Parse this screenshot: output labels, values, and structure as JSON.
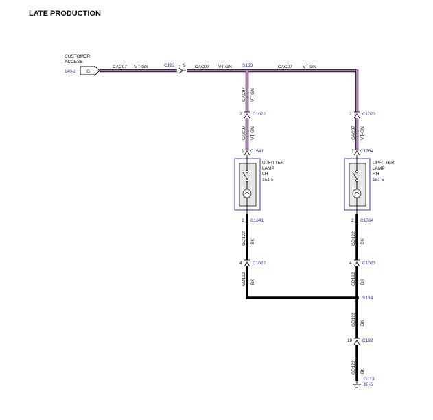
{
  "title": "LATE PRODUCTION",
  "colors": {
    "signal_wire": "#b07ab8",
    "ground_wire": "#000000",
    "ref_text": "#2a2aa8",
    "component_border": "#3a3aa8"
  },
  "customer_access": {
    "label_line1": "CUSTOMER",
    "label_line2": "ACCESS",
    "ref": "140-2",
    "pin": "G"
  },
  "top_wire": {
    "seg1_circuit": "CAC07",
    "seg1_color": "VT-GN",
    "connector": "C192",
    "connector_sep": "-",
    "connector_pin": "9",
    "seg2_circuit": "CAC07",
    "seg2_color": "VT-GN",
    "splice": "S133",
    "seg3_circuit": "CAC07",
    "seg3_color": "VT-GN"
  },
  "left_branch": {
    "wire1_circuit": "CAC07",
    "wire1_color": "VT-GN",
    "conn1_pin": "2",
    "conn1_name": "C1022",
    "wire2_circuit": "CAC07",
    "wire2_color": "VT-GN",
    "lamp_conn_pin_top": "1",
    "lamp_conn_top": "C1641",
    "lamp_line1": "UPFITTER",
    "lamp_line2": "LAMP",
    "lamp_line3": "LH",
    "lamp_ref": "151-5",
    "lamp_conn_pin_bottom": "2",
    "lamp_conn_bottom": "C1641",
    "gnd_wire1_circuit": "GD122",
    "gnd_wire1_color": "BK",
    "conn2_pin": "4",
    "conn2_name": "C1022",
    "gnd_wire2_circuit": "GD122",
    "gnd_wire2_color": "BK"
  },
  "right_branch": {
    "conn1_pin": "2",
    "conn1_name": "C1023",
    "wire2_circuit": "CAC07",
    "wire2_color": "VT-GN",
    "lamp_conn_pin_top": "1",
    "lamp_conn_top": "C1764",
    "lamp_line1": "UPFITTER",
    "lamp_line2": "LAMP",
    "lamp_line3": "RH",
    "lamp_ref": "151-5",
    "lamp_conn_pin_bottom": "2",
    "lamp_conn_bottom": "C1764",
    "gnd_wire1_circuit": "GD122",
    "gnd_wire1_color": "BK",
    "conn2_pin": "4",
    "conn2_name": "C1023",
    "gnd_wire2_circuit": "GD122",
    "gnd_wire2_color": "BK",
    "splice": "S134",
    "gnd_wire3_circuit": "GD122",
    "gnd_wire3_color": "BK",
    "conn3_pin": "10",
    "conn3_name": "C192",
    "gnd_wire4_circuit": "GD122",
    "gnd_wire4_color": "BK",
    "ground_name": "G113",
    "ground_ref": "10-5"
  }
}
